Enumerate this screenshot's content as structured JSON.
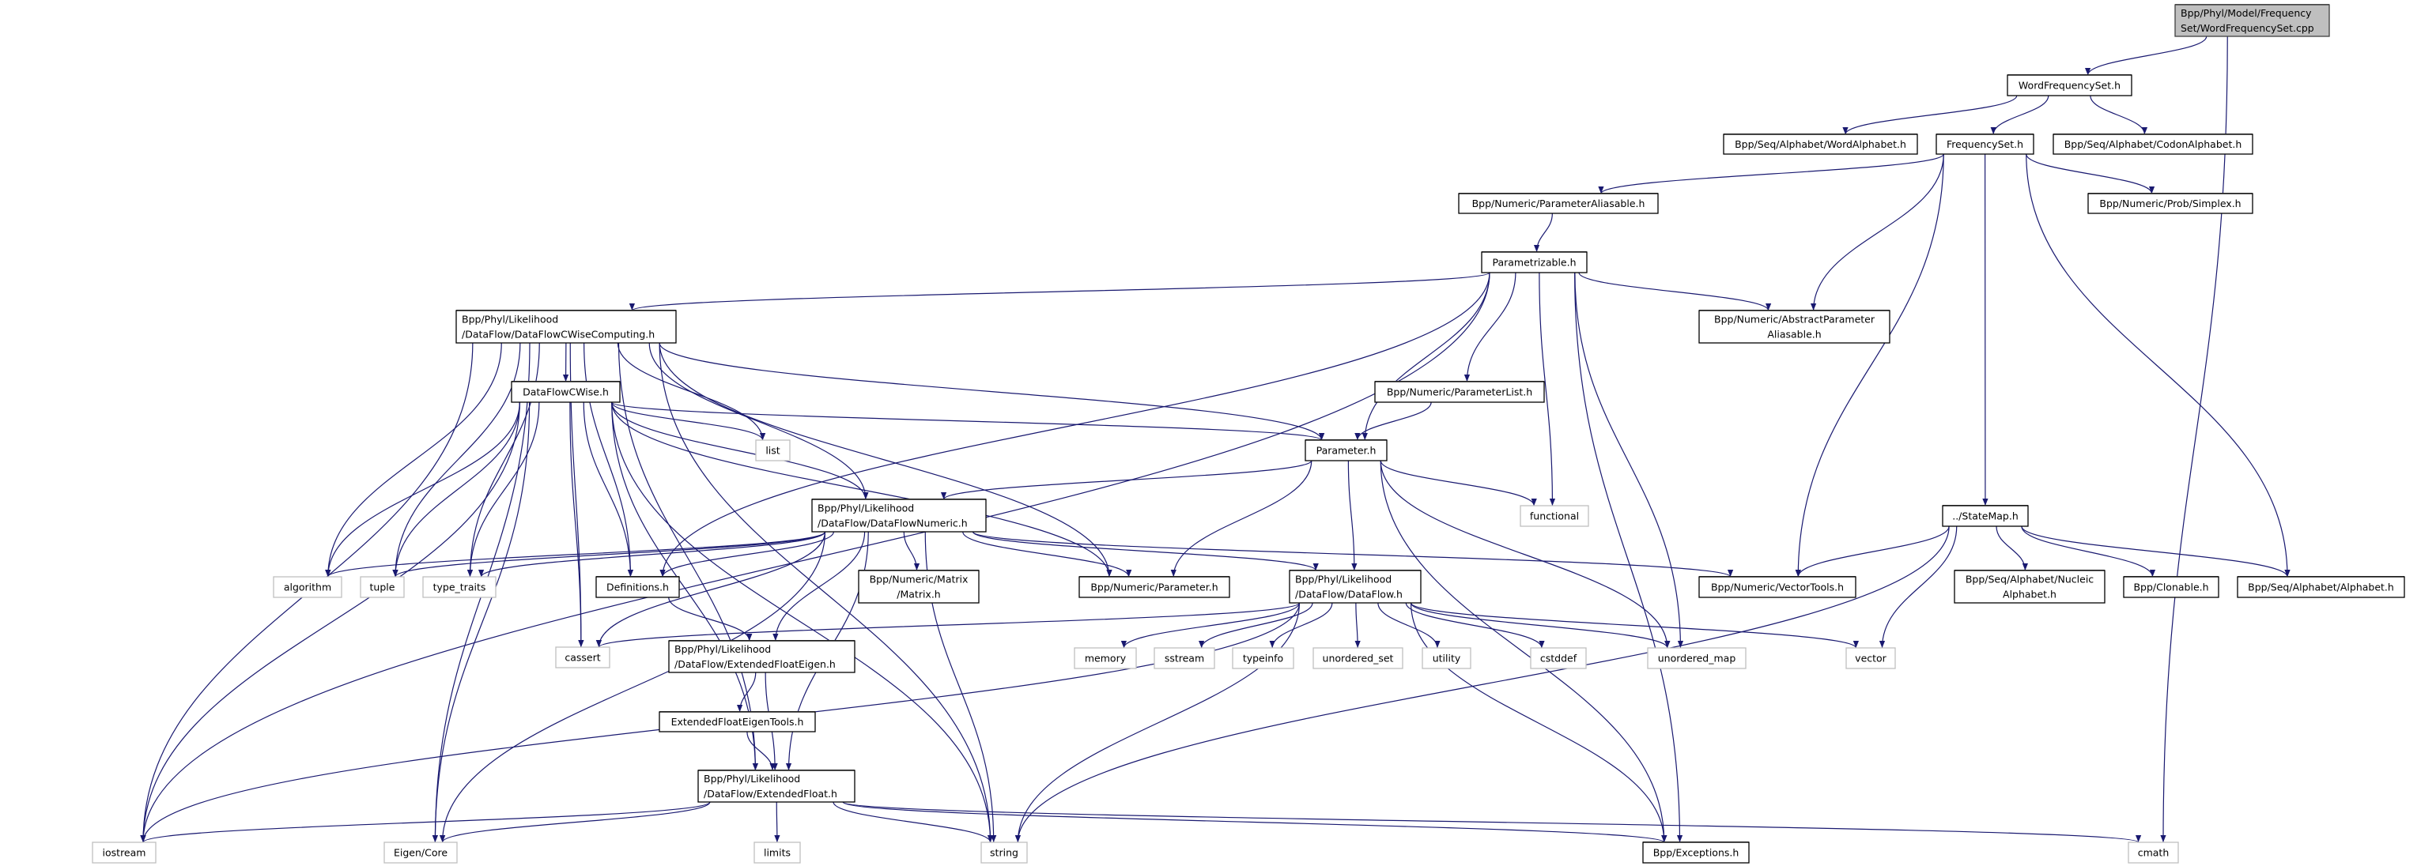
{
  "colors": {
    "edge": "#191970",
    "root_fill": "#bfbfbf",
    "system_border": "#bfbfbf",
    "node_border": "#000000"
  },
  "nodes": [
    {
      "id": "cpp",
      "lines": [
        "Bpp/Phyl/Model/Frequency",
        "Set/WordFrequencySet.cpp"
      ],
      "kind": "root"
    },
    {
      "id": "wfs",
      "lines": [
        "WordFrequencySet.h"
      ],
      "kind": "normal"
    },
    {
      "id": "wordalpha",
      "lines": [
        "Bpp/Seq/Alphabet/WordAlphabet.h"
      ],
      "kind": "normal"
    },
    {
      "id": "fs",
      "lines": [
        "FrequencySet.h"
      ],
      "kind": "normal"
    },
    {
      "id": "codon",
      "lines": [
        "Bpp/Seq/Alphabet/CodonAlphabet.h"
      ],
      "kind": "normal"
    },
    {
      "id": "paramalias",
      "lines": [
        "Bpp/Numeric/ParameterAliasable.h"
      ],
      "kind": "normal"
    },
    {
      "id": "simplex",
      "lines": [
        "Bpp/Numeric/Prob/Simplex.h"
      ],
      "kind": "normal"
    },
    {
      "id": "parametrizable",
      "lines": [
        "Parametrizable.h"
      ],
      "kind": "normal"
    },
    {
      "id": "abstractpa",
      "lines": [
        "Bpp/Numeric/AbstractParameter",
        "Aliasable.h"
      ],
      "kind": "normal"
    },
    {
      "id": "dfcwc",
      "lines": [
        "Bpp/Phyl/Likelihood",
        "/DataFlow/DataFlowCWiseComputing.h"
      ],
      "kind": "normal"
    },
    {
      "id": "dfcw",
      "lines": [
        "DataFlowCWise.h"
      ],
      "kind": "normal"
    },
    {
      "id": "list",
      "lines": [
        "list"
      ],
      "kind": "system"
    },
    {
      "id": "paramlist",
      "lines": [
        "Bpp/Numeric/ParameterList.h"
      ],
      "kind": "normal"
    },
    {
      "id": "parameter",
      "lines": [
        "Parameter.h"
      ],
      "kind": "normal"
    },
    {
      "id": "functional",
      "lines": [
        "functional"
      ],
      "kind": "system"
    },
    {
      "id": "statemap",
      "lines": [
        "../StateMap.h"
      ],
      "kind": "normal"
    },
    {
      "id": "dfnum",
      "lines": [
        "Bpp/Phyl/Likelihood",
        "/DataFlow/DataFlowNumeric.h"
      ],
      "kind": "normal"
    },
    {
      "id": "algorithm",
      "lines": [
        "algorithm"
      ],
      "kind": "system"
    },
    {
      "id": "tuple",
      "lines": [
        "tuple"
      ],
      "kind": "system"
    },
    {
      "id": "type_traits",
      "lines": [
        "type_traits"
      ],
      "kind": "system"
    },
    {
      "id": "definitions",
      "lines": [
        "Definitions.h"
      ],
      "kind": "normal"
    },
    {
      "id": "matrix",
      "lines": [
        "Bpp/Numeric/Matrix",
        "/Matrix.h"
      ],
      "kind": "normal"
    },
    {
      "id": "numparam",
      "lines": [
        "Bpp/Numeric/Parameter.h"
      ],
      "kind": "normal"
    },
    {
      "id": "dataflow",
      "lines": [
        "Bpp/Phyl/Likelihood",
        "/DataFlow/DataFlow.h"
      ],
      "kind": "normal"
    },
    {
      "id": "vectortools",
      "lines": [
        "Bpp/Numeric/VectorTools.h"
      ],
      "kind": "normal"
    },
    {
      "id": "nucleic",
      "lines": [
        "Bpp/Seq/Alphabet/Nucleic",
        "Alphabet.h"
      ],
      "kind": "normal"
    },
    {
      "id": "clonable",
      "lines": [
        "Bpp/Clonable.h"
      ],
      "kind": "normal"
    },
    {
      "id": "alphabet",
      "lines": [
        "Bpp/Seq/Alphabet/Alphabet.h"
      ],
      "kind": "normal"
    },
    {
      "id": "cassert",
      "lines": [
        "cassert"
      ],
      "kind": "system"
    },
    {
      "id": "efeigen",
      "lines": [
        "Bpp/Phyl/Likelihood",
        "/DataFlow/ExtendedFloatEigen.h"
      ],
      "kind": "normal"
    },
    {
      "id": "memory",
      "lines": [
        "memory"
      ],
      "kind": "system"
    },
    {
      "id": "sstream",
      "lines": [
        "sstream"
      ],
      "kind": "system"
    },
    {
      "id": "typeinfo",
      "lines": [
        "typeinfo"
      ],
      "kind": "system"
    },
    {
      "id": "unordered_set",
      "lines": [
        "unordered_set"
      ],
      "kind": "system"
    },
    {
      "id": "utility",
      "lines": [
        "utility"
      ],
      "kind": "system"
    },
    {
      "id": "cstddef",
      "lines": [
        "cstddef"
      ],
      "kind": "system"
    },
    {
      "id": "unordered_map",
      "lines": [
        "unordered_map"
      ],
      "kind": "system"
    },
    {
      "id": "vector",
      "lines": [
        "vector"
      ],
      "kind": "system"
    },
    {
      "id": "efeigentools",
      "lines": [
        "ExtendedFloatEigenTools.h"
      ],
      "kind": "normal"
    },
    {
      "id": "extfloat",
      "lines": [
        "Bpp/Phyl/Likelihood",
        "/DataFlow/ExtendedFloat.h"
      ],
      "kind": "normal"
    },
    {
      "id": "iostream",
      "lines": [
        "iostream"
      ],
      "kind": "system"
    },
    {
      "id": "eigencore",
      "lines": [
        "Eigen/Core"
      ],
      "kind": "system"
    },
    {
      "id": "limits",
      "lines": [
        "limits"
      ],
      "kind": "system"
    },
    {
      "id": "string",
      "lines": [
        "string"
      ],
      "kind": "system"
    },
    {
      "id": "exceptions",
      "lines": [
        "Bpp/Exceptions.h"
      ],
      "kind": "normal"
    },
    {
      "id": "cmath",
      "lines": [
        "cmath"
      ],
      "kind": "system"
    }
  ],
  "edges": [
    [
      "cpp",
      "wfs"
    ],
    [
      "cpp",
      "cmath"
    ],
    [
      "wfs",
      "wordalpha"
    ],
    [
      "wfs",
      "fs"
    ],
    [
      "wfs",
      "codon"
    ],
    [
      "fs",
      "paramalias"
    ],
    [
      "fs",
      "abstractpa"
    ],
    [
      "fs",
      "vectortools"
    ],
    [
      "fs",
      "statemap"
    ],
    [
      "fs",
      "simplex"
    ],
    [
      "fs",
      "alphabet"
    ],
    [
      "paramalias",
      "parametrizable"
    ],
    [
      "parametrizable",
      "iostream"
    ],
    [
      "parametrizable",
      "dfcwc"
    ],
    [
      "parametrizable",
      "definitions"
    ],
    [
      "parametrizable",
      "parameter"
    ],
    [
      "parametrizable",
      "paramlist"
    ],
    [
      "parametrizable",
      "functional"
    ],
    [
      "parametrizable",
      "unordered_map"
    ],
    [
      "parametrizable",
      "exceptions"
    ],
    [
      "parametrizable",
      "abstractpa"
    ],
    [
      "paramlist",
      "parameter"
    ],
    [
      "parameter",
      "dfnum"
    ],
    [
      "parameter",
      "numparam"
    ],
    [
      "parameter",
      "functional"
    ],
    [
      "parameter",
      "dataflow"
    ],
    [
      "parameter",
      "unordered_map"
    ],
    [
      "parameter",
      "exceptions"
    ],
    [
      "dfcwc",
      "iostream"
    ],
    [
      "dfcwc",
      "eigencore"
    ],
    [
      "dfcwc",
      "cassert"
    ],
    [
      "dfcwc",
      "extfloat"
    ],
    [
      "dfcwc",
      "dfcw"
    ],
    [
      "dfcwc",
      "algorithm"
    ],
    [
      "dfcwc",
      "tuple"
    ],
    [
      "dfcwc",
      "type_traits"
    ],
    [
      "dfcwc",
      "list"
    ],
    [
      "dfcwc",
      "definitions"
    ],
    [
      "dfcwc",
      "dfnum"
    ],
    [
      "dfcwc",
      "numparam"
    ],
    [
      "dfcwc",
      "parameter"
    ],
    [
      "dfcwc",
      "string"
    ],
    [
      "dfcw",
      "iostream"
    ],
    [
      "dfcw",
      "eigencore"
    ],
    [
      "dfcw",
      "algorithm"
    ],
    [
      "dfcw",
      "tuple"
    ],
    [
      "dfcw",
      "type_traits"
    ],
    [
      "dfcw",
      "cassert"
    ],
    [
      "dfcw",
      "definitions"
    ],
    [
      "dfcw",
      "extfloat"
    ],
    [
      "dfcw",
      "list"
    ],
    [
      "dfcw",
      "parameter"
    ],
    [
      "dfcw",
      "dfnum"
    ],
    [
      "dfcw",
      "numparam"
    ],
    [
      "dfcw",
      "string"
    ],
    [
      "dfnum",
      "algorithm"
    ],
    [
      "dfnum",
      "tuple"
    ],
    [
      "dfnum",
      "type_traits"
    ],
    [
      "dfnum",
      "definitions"
    ],
    [
      "dfnum",
      "matrix"
    ],
    [
      "dfnum",
      "numparam"
    ],
    [
      "dfnum",
      "dataflow"
    ],
    [
      "dfnum",
      "vectortools"
    ],
    [
      "dfnum",
      "cassert"
    ],
    [
      "dfnum",
      "efeigen"
    ],
    [
      "dfnum",
      "extfloat"
    ],
    [
      "dfnum",
      "eigencore"
    ],
    [
      "dfnum",
      "string"
    ],
    [
      "definitions",
      "efeigen"
    ],
    [
      "efeigen",
      "efeigentools"
    ],
    [
      "efeigen",
      "extfloat"
    ],
    [
      "efeigentools",
      "extfloat"
    ],
    [
      "extfloat",
      "iostream"
    ],
    [
      "extfloat",
      "eigencore"
    ],
    [
      "extfloat",
      "limits"
    ],
    [
      "extfloat",
      "string"
    ],
    [
      "extfloat",
      "exceptions"
    ],
    [
      "extfloat",
      "cmath"
    ],
    [
      "dataflow",
      "cassert"
    ],
    [
      "dataflow",
      "iostream"
    ],
    [
      "dataflow",
      "memory"
    ],
    [
      "dataflow",
      "sstream"
    ],
    [
      "dataflow",
      "typeinfo"
    ],
    [
      "dataflow",
      "unordered_set"
    ],
    [
      "dataflow",
      "utility"
    ],
    [
      "dataflow",
      "cstddef"
    ],
    [
      "dataflow",
      "unordered_map"
    ],
    [
      "dataflow",
      "vector"
    ],
    [
      "dataflow",
      "exceptions"
    ],
    [
      "dataflow",
      "string"
    ],
    [
      "statemap",
      "vectortools"
    ],
    [
      "statemap",
      "nucleic"
    ],
    [
      "statemap",
      "clonable"
    ],
    [
      "statemap",
      "alphabet"
    ],
    [
      "statemap",
      "vector"
    ],
    [
      "statemap",
      "string"
    ]
  ]
}
